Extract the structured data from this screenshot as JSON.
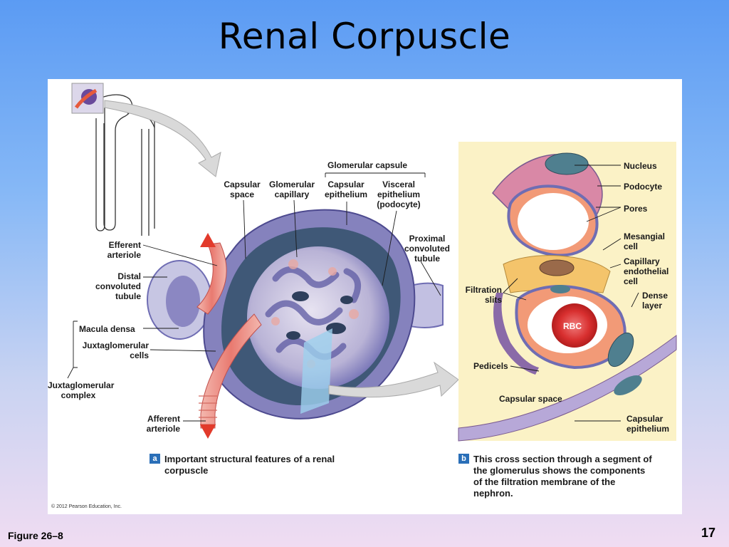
{
  "slide": {
    "title": "Renal Corpuscle",
    "figure_label": "Figure 26–8",
    "page_number": "17"
  },
  "figure": {
    "copyright": "© 2012 Pearson Education, Inc.",
    "panel_a": {
      "badge": "a",
      "caption": "Important structural features of a renal\ncorpuscle",
      "labels": {
        "glomerular_capsule": "Glomerular capsule",
        "capsular_space": "Capsular\nspace",
        "glomerular_capillary": "Glomerular\ncapillary",
        "capsular_epithelium": "Capsular\nepithelium",
        "visceral_epithelium": "Visceral\nepithelium\n(podocyte)",
        "efferent_arteriole": "Efferent\narteriole",
        "distal_convoluted_tubule": "Distal\nconvoluted\ntubule",
        "proximal_convoluted_tubule": "Proximal\nconvoluted\ntubule",
        "macula_densa": "Macula densa",
        "juxtaglomerular_cells": "Juxtaglomerular\ncells",
        "juxtaglomerular_complex": "Juxtaglomerular\ncomplex",
        "afferent_arteriole": "Afferent\narteriole"
      }
    },
    "panel_b": {
      "badge": "b",
      "caption": "This cross section through a segment of\nthe glomerulus shows the components\nof the filtration membrane of the\nnephron.",
      "labels": {
        "nucleus": "Nucleus",
        "podocyte": "Podocyte",
        "pores": "Pores",
        "mesangial_cell": "Mesangial\ncell",
        "capillary_endothelial_cell": "Capillary\nendothelial\ncell",
        "dense_layer": "Dense\nlayer",
        "filtration_slits": "Filtration\nslits",
        "rbc": "RBC",
        "pedicels": "Pedicels",
        "capsular_space": "Capsular space",
        "capsular_epithelium": "Capsular\nepithelium"
      }
    },
    "colors": {
      "capsule": "#6f6db3",
      "capillary": "#e9a9a3",
      "arteriole_red": "#e23a2b",
      "panel_b_bg": "#fbf2c6",
      "rbc_red": "#d82f2f",
      "badge_blue": "#2a6fb8"
    }
  }
}
